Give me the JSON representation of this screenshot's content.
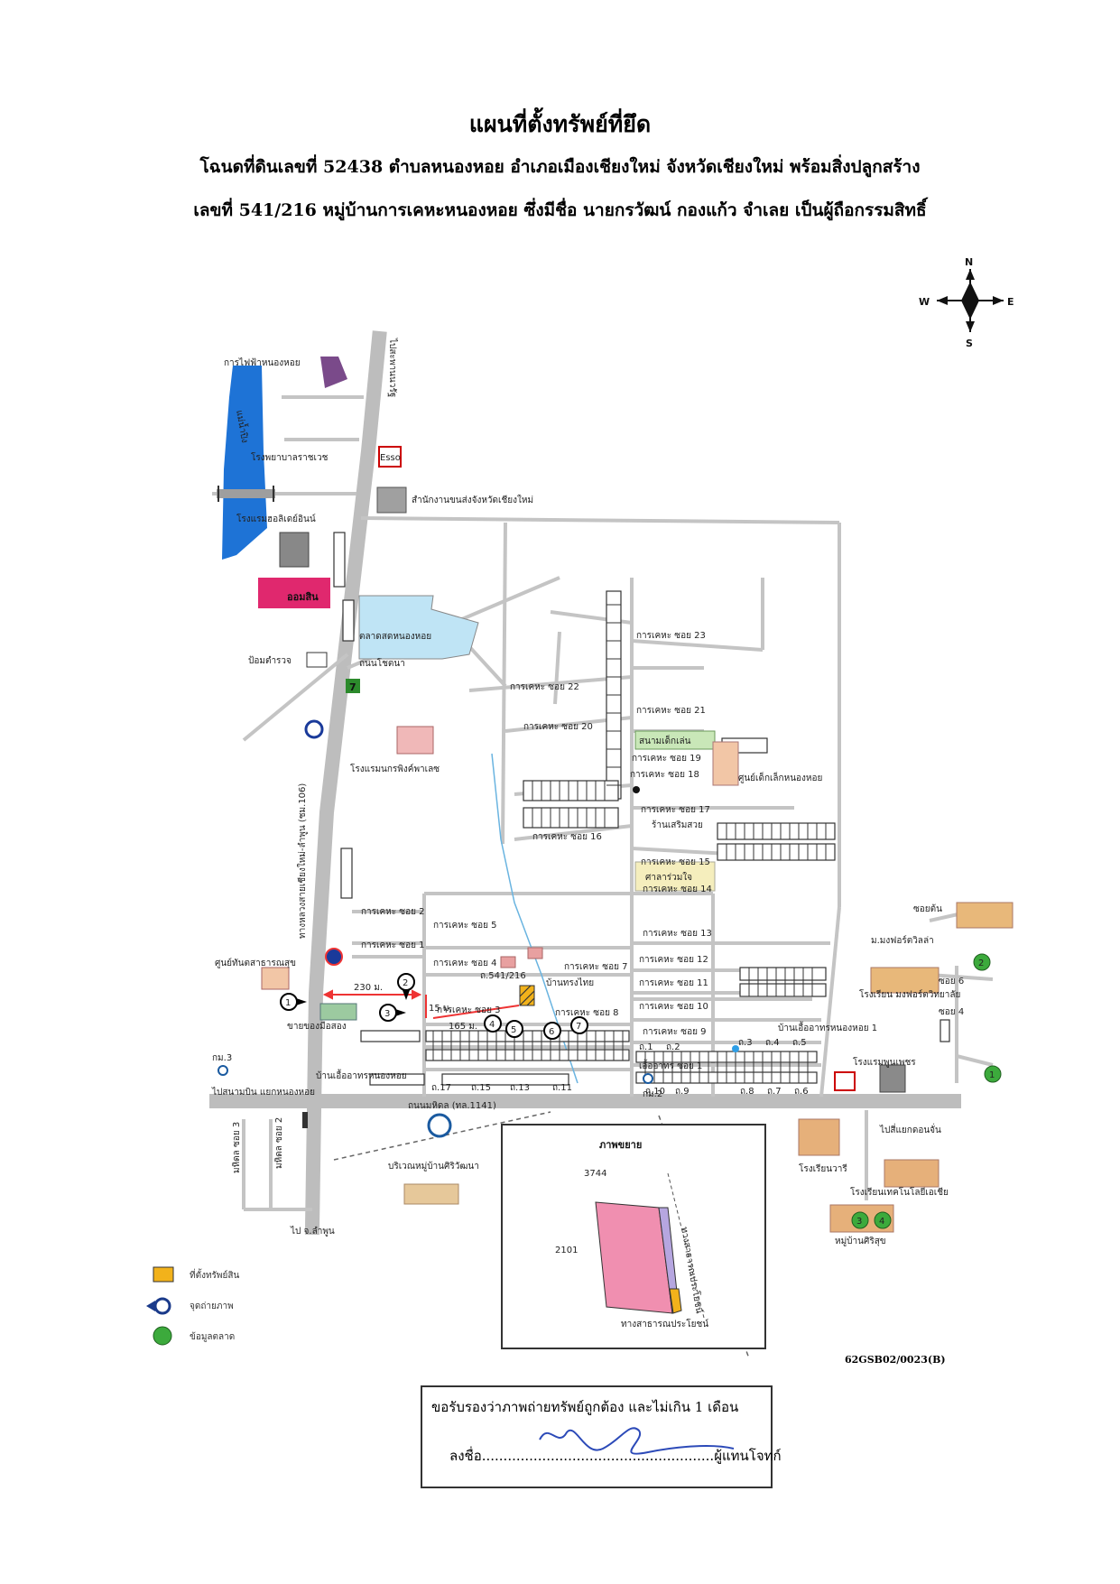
{
  "header": {
    "title": "แผนที่ตั้งทรัพย์ที่ยึด",
    "line1": "โฉนดที่ดินเลขที่  52438   ตำบลหนองหอย  อำเภอเมืองเชียงใหม่   จังหวัดเชียงใหม่ พร้อมสิ่งปลูกสร้าง",
    "line2": "เลขที่  541/216 หมู่บ้านการเคหะหนองหอย   ซึ่งมีชื่อ นายกรวัฒน์ กองแก้ว  จำเลย เป็นผู้ถือกรรมสิทธิ์"
  },
  "compass": {
    "n": "N",
    "s": "S",
    "e": "E",
    "w": "W"
  },
  "labels": {
    "electric": "การไฟฟ้าหนองหอย",
    "river": "แม่น้ำปิง",
    "to_saphan": "ไปสะพานนวรัฐ",
    "hospital": "โรงพยาบาลราชเวช",
    "esso": "Esso",
    "transport_office": "สำนักงานขนส่งจังหวัดเชียงใหม่",
    "holiday_inn": "โรงแรมฮอลิเดย์อินน์",
    "gsb": "ออมสิน",
    "market": "ตลาดสดหนองหอย",
    "police": "ป้อมตำรวจ",
    "chotana": "ถนนโชตนา",
    "seven": "7",
    "hotel_kris": "โรงแรมนกรพิงค์พาเลซ",
    "highway106": "ทางหลวงสายเชียงใหม่-ลำพูน (ชม.106)",
    "soi23": "การเคหะ ซอย 23",
    "soi22": "การเคหะ ซอย 22",
    "soi21": "การเคหะ ซอย 21",
    "soi20": "การเคหะ ซอย 20",
    "playground": "สนามเด็กเล่น",
    "soi19": "การเคหะ ซอย 19",
    "soi18": "การเคหะ ซอย 18",
    "child_center": "ศูนย์เด็กเล็กหนองหอย",
    "soi17": "การเคหะ ซอย 17",
    "beauty": "ร้านเสริมสวย",
    "soi16": "การเคหะ ซอย 16",
    "soi15": "การเคหะ ซอย 15",
    "sala": "ศาลาร่วมใจ",
    "soi14": "การเคหะ ซอย 14",
    "soi13": "การเคหะ ซอย 13",
    "soi12": "การเคหะ ซอย 12",
    "soi11": "การเคหะ ซอย 11",
    "soi10": "การเคหะ ซอย 10",
    "soi9": "การเคหะ ซอย 9",
    "soi8": "การเคหะ ซอย 8",
    "soi7": "การเคหะ ซอย 7",
    "soi5": "การเคหะ ซอย 5",
    "soi4": "การเคหะ ซอย 4",
    "soi3": "การเคหะ ซอย 3",
    "soi2": "การเคหะ ซอย 2",
    "soi1": "การเคหะ ซอย 1",
    "health_center": "ศูนย์ทันตสาธารณสุข",
    "dist230": "230 ม.",
    "dist15": "15 ม.",
    "dist165": "165 ม.",
    "plot_no": "ถ.541/216",
    "ban_songthai": "บ้านทรงไทย",
    "used_cars": "ขายของมือสอง",
    "ban_uea_left": "บ้านเอื้ออาทรหนองหอย",
    "ban_uea_right": "บ้านเอื้ออาทรหนองหอย 1",
    "ban_uea_small": "เอื้ออาทร ซอย 1",
    "soi_ton": "ซอยต้น",
    "montfort_villa": "ม.มงฟอร์ตวิลล่า",
    "school_montfort": "โรงเรียน มงฟอร์ตวิทยาลัย",
    "soi6": "ซอย 6",
    "soi4b": "ซอย 4",
    "hotel_poonpetch": "โรงแรมพูนเพชร",
    "km3": "กม.3",
    "km2": "กม.2",
    "to_airport": "ไปสนามบิน แยกหนองหอย",
    "mahidol_rd": "ถนนมหิดล (ทล.1141)",
    "to_kondon": "ไปสี่แยกดอนจั่น",
    "mahidol_soi3": "มหิดล ซอย 3",
    "mahidol_soi2": "มหิดล ซอย 2",
    "siriwattana": "บริเวณหมู่บ้านศิริวัฒนา",
    "to_lamphun": "ไป จ.ลำพูน",
    "school_varee": "โรงเรียนวารี",
    "school_tech": "โรงเรียนเทคโนโลยีเอเชีย",
    "village_sirisuk": "หมู่บ้านศิริสุข",
    "inset_title": "ภาพขยาย",
    "inset_3744": "3744",
    "inset_2101": "2101",
    "inset_public_road": "ทางสาธารณประโยชน์",
    "inset_public_road2": "ทางสาธารณประโยชน์",
    "lot_1": "ถ.1",
    "lot_2": "ถ.2",
    "lot_3": "ถ.3",
    "lot_4": "ถ.4",
    "lot_5": "ถ.5",
    "lot_6": "ถ.6",
    "lot_7": "ถ.7",
    "lot_8": "ถ.8",
    "lot_9": "ถ.9",
    "lot_10": "ถ.10",
    "lot_11": "ถ.11",
    "lot_13": "ถ.13",
    "lot_15": "ถ.15",
    "lot_17": "ถ.17"
  },
  "markers": {
    "photo": [
      "1",
      "2",
      "3",
      "4",
      "5",
      "6",
      "7"
    ],
    "market_data": [
      "1",
      "2",
      "3",
      "4"
    ]
  },
  "legend": {
    "property": "ที่ตั้งทรัพย์สิน",
    "photo_point": "จุดถ่ายภาพ",
    "market_data": "ข้อมูลตลาด"
  },
  "ref_code": "62GSB02/0023(B)",
  "certification": {
    "text": "ขอรับรองว่าภาพถ่ายทรัพย์ถูกต้อง และไม่เกิน 1 เดือน",
    "sign_label": "ลงชื่อ",
    "dots": "......................................................",
    "role": "ผู้แทนโจทก์"
  },
  "colors": {
    "river": "#1e73d6",
    "market_area": "#bfe4f5",
    "road": "#bdbdbd",
    "property": "#f2b21b",
    "green_marker": "#3caa3c",
    "gsb": "#e0286e",
    "playground": "#c9e7b8",
    "child_center": "#f2c6a6",
    "sala": "#f5eebd",
    "inset_lot": "#f08fb0"
  }
}
